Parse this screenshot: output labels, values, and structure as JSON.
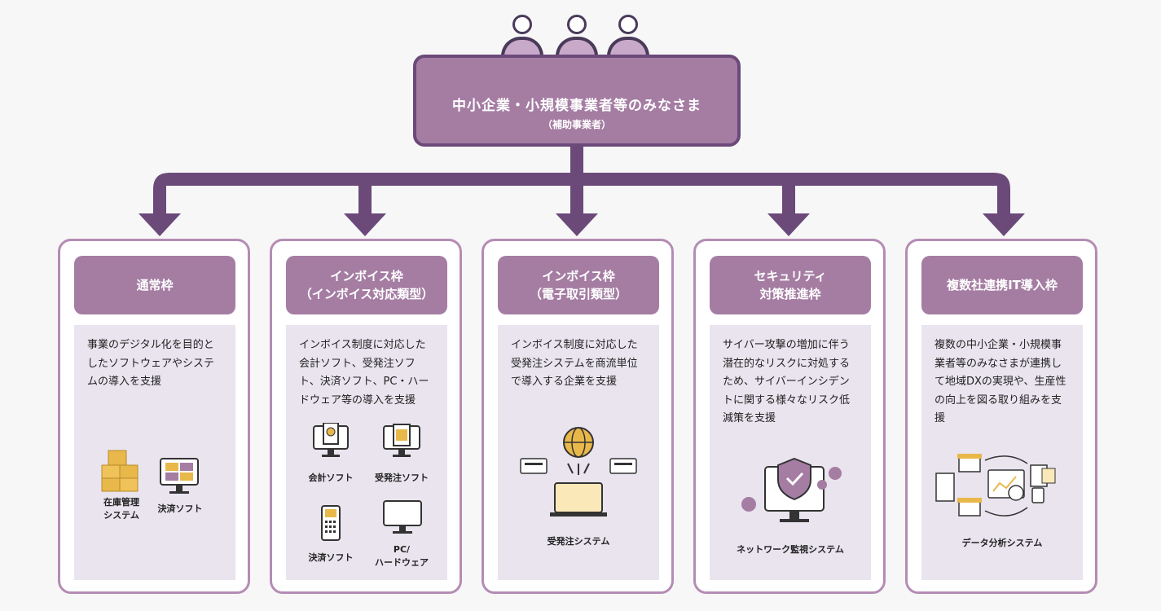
{
  "top": {
    "title": "中小企業・小規模事業者等のみなさま",
    "subtitle": "（補助事業者）"
  },
  "cards": [
    {
      "title": "通常枠",
      "description": "事業のデジタル化を目的としたソフトウェアやシステムの導入を支援",
      "items": [
        "在庫管理\nシステム",
        "決済ソフト"
      ]
    },
    {
      "title": "インボイス枠\n（インボイス対応類型）",
      "description": "インボイス制度に対応した会計ソフト、受発注ソフト、決済ソフト、PC・ハードウェア等の導入を支援",
      "items": [
        "会計ソフト",
        "受発注ソフト",
        "決済ソフト",
        "PC/\nハードウェア"
      ]
    },
    {
      "title": "インボイス枠\n（電子取引類型）",
      "description": "インボイス制度に対応した受発注システムを商流単位で導入する企業を支援",
      "items": [
        "受発注システム"
      ]
    },
    {
      "title": "セキュリティ\n対策推進枠",
      "description": "サイバー攻撃の増加に伴う潜在的なリスクに対処するため、サイバーインシデントに関する様々なリスク低減策を支援",
      "items": [
        "ネットワーク監視システム"
      ]
    },
    {
      "title": "複数社連携IT導入枠",
      "description": "複数の中小企業・小規模事業者等のみなさまが連携して地域DXの実現や、生産性の向上を図る取り組みを支援",
      "items": [
        "データ分析システム"
      ]
    }
  ],
  "colors": {
    "accent": "#a57da3",
    "dark": "#6b4a7a",
    "panel": "#e9e4ee",
    "border": "#b48cb4"
  }
}
